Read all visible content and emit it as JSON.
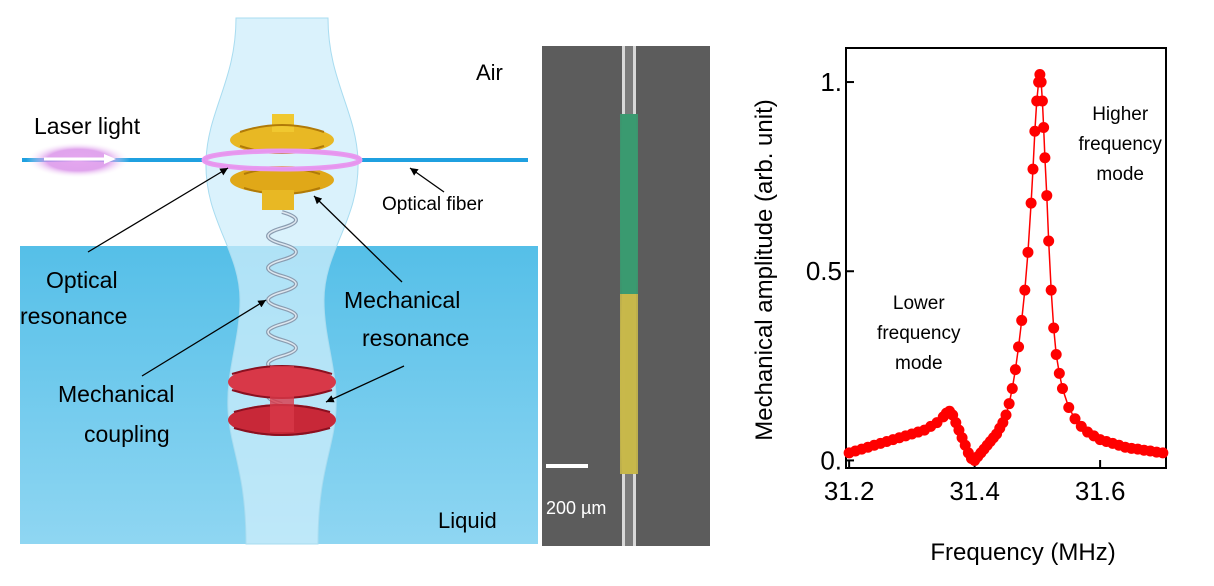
{
  "illustration": {
    "air_label": "Air",
    "liquid_label": "Liquid",
    "laser_label": "Laser light",
    "fiber_label": "Optical fiber",
    "optical_resonance_label": [
      "Optical",
      "resonance"
    ],
    "mechanical_resonance_label": [
      "Mechanical",
      "resonance"
    ],
    "mechanical_coupling_label": [
      "Mechanical",
      "coupling"
    ]
  },
  "micrograph": {
    "scale_bar_label": "200 µm"
  },
  "chart_data": {
    "type": "scatter",
    "xlabel": "Frequency (MHz)",
    "ylabel": "Mechanical amplitude (arb. unit)",
    "xlim": [
      31.195,
      31.705
    ],
    "ylim": [
      -0.02,
      1.09
    ],
    "xticks": [
      31.2,
      31.4,
      31.6
    ],
    "xtick_labels": [
      "31.2",
      "31.4",
      "31.6"
    ],
    "yticks": [
      0.0,
      0.5,
      1.0
    ],
    "ytick_labels": [
      "0.",
      "0.5",
      "1."
    ],
    "grid": false,
    "marker_color": "#ff0000",
    "annotations": [
      {
        "lines": [
          "Lower",
          "frequency",
          "mode"
        ],
        "x": 31.311,
        "y": 0.4
      },
      {
        "lines": [
          "Higher",
          "frequency",
          "mode"
        ],
        "x": 31.632,
        "y": 0.9
      }
    ],
    "series": [
      {
        "x": [
          31.2,
          31.21,
          31.22,
          31.23,
          31.24,
          31.25,
          31.26,
          31.27,
          31.28,
          31.29,
          31.3,
          31.31,
          31.32,
          31.33,
          31.34,
          31.35,
          31.355,
          31.36,
          31.365,
          31.37,
          31.375,
          31.38,
          31.385,
          31.39,
          31.395,
          31.4,
          31.405,
          31.41,
          31.415,
          31.42,
          31.425,
          31.43,
          31.435,
          31.44,
          31.445,
          31.45,
          31.455,
          31.46,
          31.465,
          31.47,
          31.475,
          31.48,
          31.485,
          31.49,
          31.493,
          31.496,
          31.499,
          31.502,
          31.504,
          31.506,
          31.508,
          31.51,
          31.512,
          31.515,
          31.518,
          31.522,
          31.526,
          31.53,
          31.535,
          31.54,
          31.55,
          31.56,
          31.57,
          31.58,
          31.59,
          31.6,
          31.61,
          31.62,
          31.63,
          31.64,
          31.65,
          31.66,
          31.67,
          31.68,
          31.69,
          31.7
        ],
        "y": [
          0.02,
          0.025,
          0.03,
          0.035,
          0.04,
          0.045,
          0.05,
          0.055,
          0.06,
          0.065,
          0.07,
          0.075,
          0.08,
          0.09,
          0.1,
          0.115,
          0.125,
          0.13,
          0.12,
          0.1,
          0.08,
          0.06,
          0.04,
          0.02,
          0.005,
          0.0,
          0.01,
          0.02,
          0.03,
          0.04,
          0.05,
          0.06,
          0.07,
          0.085,
          0.1,
          0.12,
          0.15,
          0.19,
          0.24,
          0.3,
          0.37,
          0.45,
          0.55,
          0.68,
          0.77,
          0.87,
          0.95,
          1.0,
          1.02,
          1.0,
          0.95,
          0.88,
          0.8,
          0.7,
          0.58,
          0.45,
          0.35,
          0.28,
          0.23,
          0.19,
          0.14,
          0.11,
          0.09,
          0.075,
          0.065,
          0.055,
          0.05,
          0.045,
          0.04,
          0.035,
          0.032,
          0.03,
          0.027,
          0.025,
          0.022,
          0.02
        ]
      }
    ]
  }
}
